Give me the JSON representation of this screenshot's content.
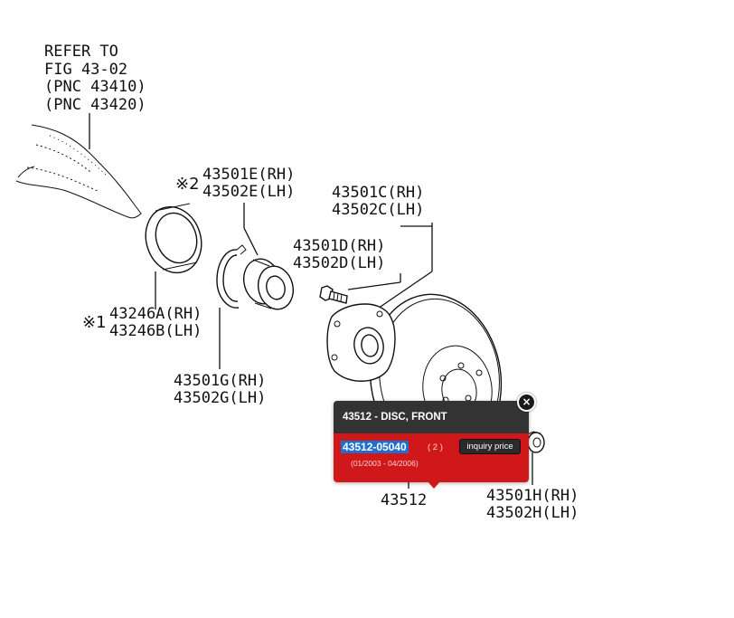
{
  "refer": {
    "line1": "REFER TO",
    "line2": "FIG 43-02",
    "line3": "(PNC 43410)",
    "line4": "(PNC 43420)"
  },
  "labels": {
    "seal_mark": "※2",
    "seal_rh": "43501E(RH)",
    "seal_lh": "43502E(LH)",
    "hub_rh": "43501C(RH)",
    "hub_lh": "43502C(LH)",
    "bolt_rh": "43501D(RH)",
    "bolt_lh": "43502D(LH)",
    "bearing_mark": "※1",
    "bearing_rh": "43246A(RH)",
    "bearing_lh": "43246B(LH)",
    "snap_rh": "43501G(RH)",
    "snap_lh": "43502G(LH)",
    "disc": "43512",
    "nut_rh": "43501H(RH)",
    "nut_lh": "43502H(LH)"
  },
  "popup": {
    "title": "43512 - DISC, FRONT",
    "part_number": "43512-05040",
    "quantity": "( 2 )",
    "date_range": "(01/2003 - 04/2006)",
    "inquiry_label": "inquiry price",
    "close_glyph": "×"
  },
  "colors": {
    "popup_header": "#333333",
    "popup_body": "#d0181b",
    "part_highlight": "#1f6fd1"
  }
}
